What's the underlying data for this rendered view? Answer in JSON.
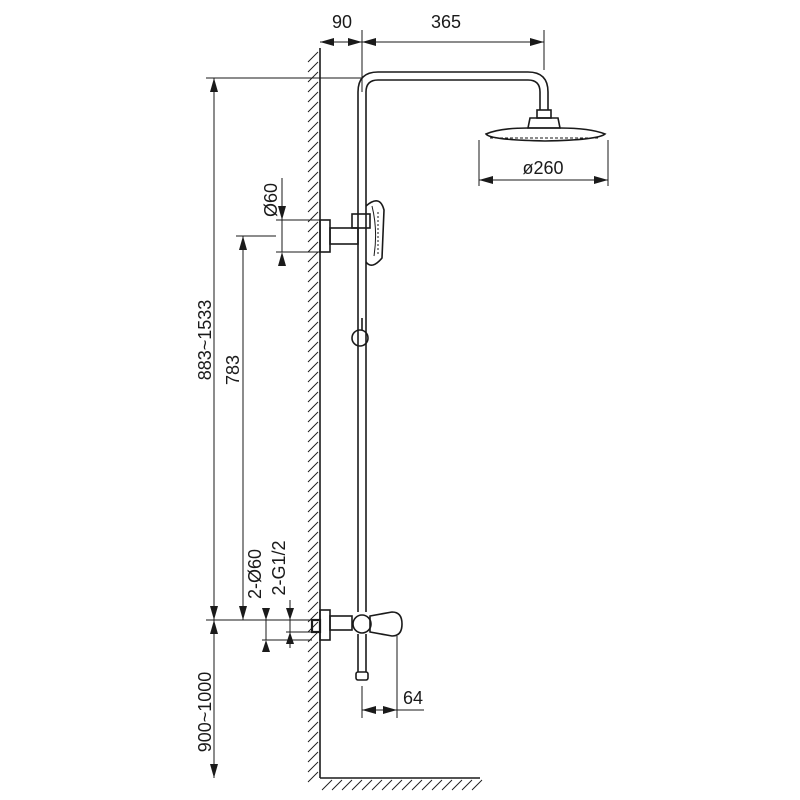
{
  "dimensions": {
    "wall_offset": "90",
    "arm_length": "365",
    "head_diameter": "ø260",
    "bracket_diameter": "Ø60",
    "total_height": "883~1533",
    "rail_height": "783",
    "flange_diameter": "2-Ø60",
    "thread": "2-G1/2",
    "floor_height": "900~1000",
    "mixer_depth": "64"
  },
  "colors": {
    "line": "#1a1a1a",
    "background": "#ffffff"
  }
}
